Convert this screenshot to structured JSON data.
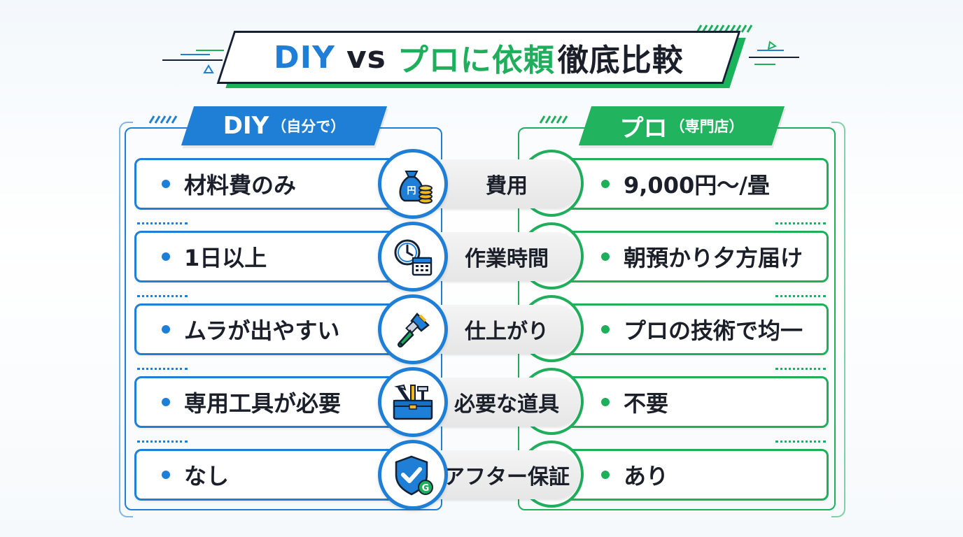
{
  "title": {
    "part_diy": "DIY",
    "part_vs": "vs",
    "part_pro": "プロに依頼",
    "part_compare": "徹底比較"
  },
  "left_header": {
    "main": "DIY",
    "sub": "（自分で）"
  },
  "right_header": {
    "main": "プロ",
    "sub": "（専門店）"
  },
  "rows": [
    {
      "label": "費用",
      "icon": "money-bag-coins-icon",
      "diy": "材料費のみ",
      "pro": "9,000円～/畳"
    },
    {
      "label": "作業時間",
      "icon": "clock-calendar-icon",
      "diy": "1日以上",
      "pro": "朝預かり夕方届け"
    },
    {
      "label": "仕上がり",
      "icon": "paintbrush-icon",
      "diy": "ムラが出やすい",
      "pro": "プロの技術で均一"
    },
    {
      "label": "必要な道具",
      "icon": "toolbox-icon",
      "diy": "専用工具が必要",
      "pro": "不要"
    },
    {
      "label": "アフター保証",
      "icon": "shield-check-icon",
      "diy": "なし",
      "pro": "あり"
    }
  ],
  "colors": {
    "diy_blue": "#1f7fd6",
    "pro_green": "#1fae5b",
    "text_dark": "#1a1f29"
  }
}
